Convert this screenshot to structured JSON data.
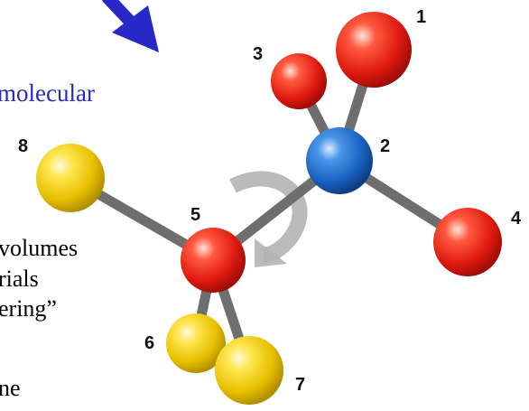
{
  "slide": {
    "heading_fragment": "molecular",
    "text_lines": [
      "volumes",
      "rials",
      "ering”",
      "ne"
    ]
  },
  "diagram": {
    "atoms": [
      {
        "label": "1",
        "color": "red"
      },
      {
        "label": "2",
        "color": "blue"
      },
      {
        "label": "3",
        "color": "red"
      },
      {
        "label": "4",
        "color": "red"
      },
      {
        "label": "5",
        "color": "red"
      },
      {
        "label": "6",
        "color": "yellow"
      },
      {
        "label": "7",
        "color": "yellow"
      },
      {
        "label": "8",
        "color": "yellow"
      }
    ],
    "bonds": [
      [
        "5",
        "2"
      ],
      [
        "2",
        "1"
      ],
      [
        "2",
        "3"
      ],
      [
        "2",
        "4"
      ],
      [
        "5",
        "8"
      ],
      [
        "5",
        "6"
      ],
      [
        "5",
        "7"
      ]
    ],
    "rotation_axis": [
      "5",
      "2"
    ]
  },
  "colors": {
    "heading": "#2a2ab8",
    "arrow": "#2828c8",
    "bond": "#6e6e6e",
    "rotation_arrow": "#b4b4b4",
    "red_atom": "#e01a10",
    "blue_atom": "#1a62c0",
    "yellow_atom": "#e8c000"
  }
}
